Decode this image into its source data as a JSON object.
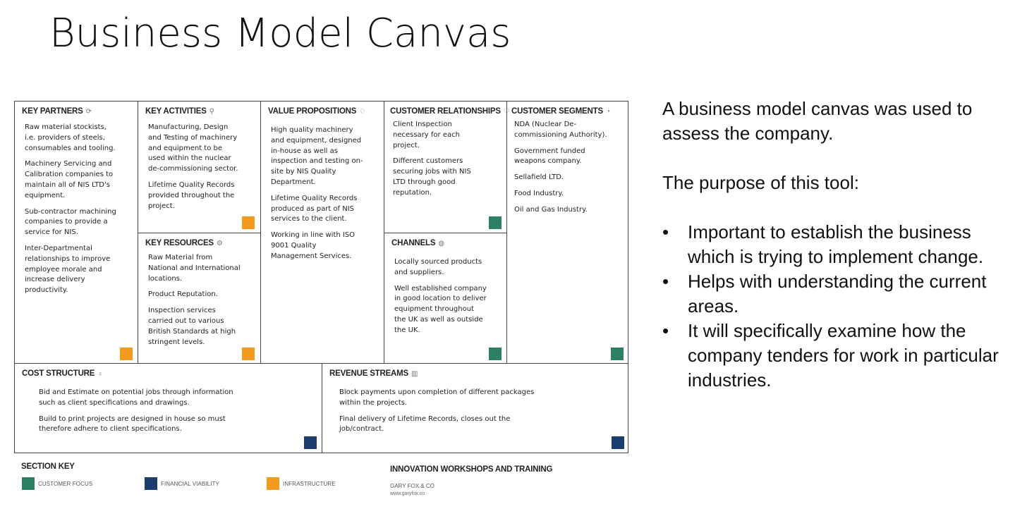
{
  "slide_title": "Business Model Canvas",
  "canvas": {
    "key_partners": {
      "title": "KEY PARTNERS",
      "items": [
        "Raw material stockists,\ni.e. providers of steels,\nconsumables and tooling.",
        "Machinery Servicing and\nCalibration companies to\nmaintain all of NIS LTD's\nequipment.",
        "Sub-contractor machining\ncompanies to provide a\nservice for NIS.",
        "Inter-Departmental\nrelationships to improve\nemployee morale and\nincrease delivery\nproductivity."
      ]
    },
    "key_activities": {
      "title": "KEY ACTIVITIES",
      "items": [
        "Manufacturing, Design\nand Testing of machinery\nand equipment to be\nused within the nuclear\nde-commissioning sector.",
        "Lifetime Quality Records\nprovided throughout the\nproject."
      ]
    },
    "key_resources": {
      "title": "KEY RESOURCES",
      "items": [
        "Raw Material from\nNational and International\nlocations.",
        "Product Reputation.",
        "Inspection services\ncarried out to various\nBritish Standards at high\nstringent levels."
      ]
    },
    "value_propositions": {
      "title": "VALUE PROPOSITIONS",
      "items": [
        "High quality machinery\nand equipment, designed\nin-house as well as\ninspection and testing on-\nsite by NIS Quality\nDepartment.",
        "Lifetime Quality Records\nproduced as part of NIS\nservices to the client.",
        "Working in line with ISO\n9001 Quality\nManagement Services."
      ]
    },
    "customer_relationships": {
      "title": "CUSTOMER RELATIONSHIPS",
      "items": [
        "Client Inspection\nnecessary for each\nproject.",
        "Different customers\nsecuring jobs with NIS\nLTD through good\nreputation."
      ]
    },
    "channels": {
      "title": "CHANNELS",
      "items": [
        "Locally sourced products\nand suppliers.",
        "Well established company\nin good location to deliver\nequipment throughout\nthe UK as well as outside\nthe UK."
      ]
    },
    "customer_segments": {
      "title": "CUSTOMER SEGMENTS",
      "items": [
        "NDA (Nuclear De-\ncommissioning Authority).",
        "Government funded\nweapons company.",
        "Sellafield LTD.",
        "Food Industry.",
        "Oil and Gas Industry."
      ]
    },
    "cost_structure": {
      "title": "COST STRUCTURE",
      "items": [
        "Bid and Estimate on potential jobs through information\nsuch as client specifications and drawings.",
        "Build to print projects are designed in house so must\ntherefore adhere to client specifications."
      ]
    },
    "revenue_streams": {
      "title": "REVENUE STREAMS",
      "items": [
        "Block payments upon completion of different packages\nwithin the projects.",
        "Final delivery of Lifetime Records, closes out the\njob/contract."
      ]
    }
  },
  "section_key": {
    "title": "SECTION KEY",
    "items": [
      {
        "label": "CUSTOMER FOCUS",
        "color": "#2e8063"
      },
      {
        "label": "FINANCIAL VIABILITY",
        "color": "#1d3d6e"
      },
      {
        "label": "INFRASTRUCTURE",
        "color": "#f39b1f"
      }
    ]
  },
  "workshops": {
    "title": "INNOVATION WORKSHOPS AND TRAINING",
    "brand": "GARY FOX & CO",
    "url": "www.garyfox.co"
  },
  "icons": {
    "key_partners": "link-icon",
    "key_activities": "activity-icon",
    "key_resources": "resources-icon",
    "value_propositions": "gift-icon",
    "customer_relationships": "heart-icon",
    "channels": "truck-icon",
    "customer_segments": "segments-icon",
    "cost_structure": "cost-tag-icon",
    "revenue_streams": "revenue-bars-icon"
  },
  "description": {
    "intro": "A business model canvas was used to assess the company.",
    "purpose": "The purpose of this tool:",
    "bullets": [
      "Important to establish the business which is trying to implement change.",
      "Helps with understanding the current areas.",
      "It will specifically examine how the company tenders for work in particular industries."
    ]
  }
}
